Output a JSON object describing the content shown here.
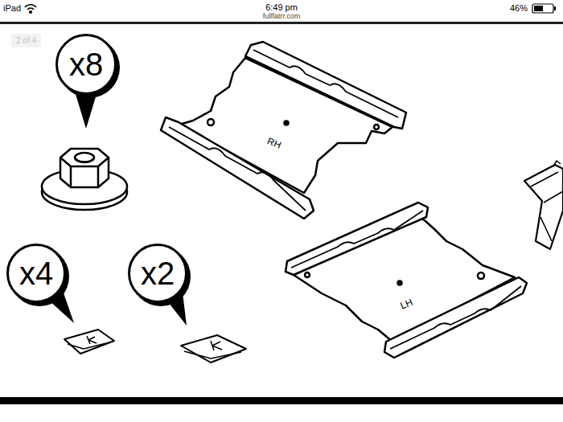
{
  "diagram": {
    "nodes": [
      {
        "text": [
          "2 of 4"
        ]
      },
      {
        "text": [
          "x8"
        ]
      },
      {
        "text": [
          "x4"
        ]
      },
      {
        "text": [
          "x2"
        ]
      }
    ],
    "labels": [
      "iPad",
      "6:49 pm",
      "46%",
      "fullfatrr.com",
      "RH",
      "LH"
    ]
  }
}
